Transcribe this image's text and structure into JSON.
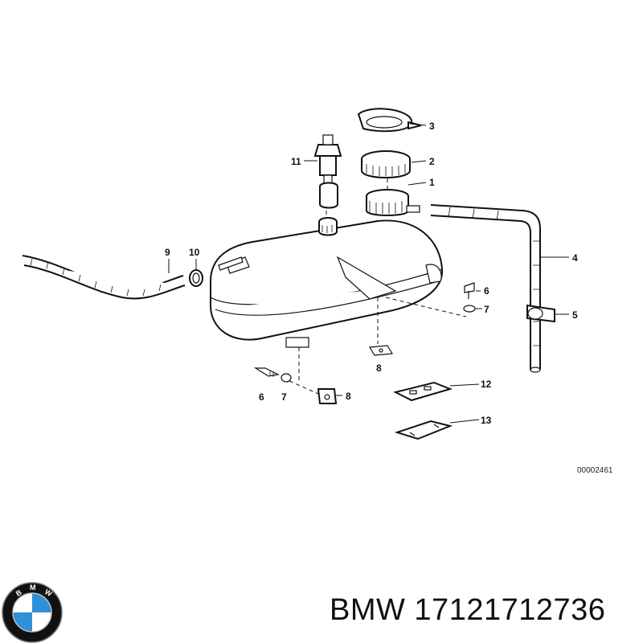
{
  "diagram": {
    "callouts": [
      {
        "id": "c1",
        "text": "1"
      },
      {
        "id": "c2",
        "text": "2"
      },
      {
        "id": "c3",
        "text": "3"
      },
      {
        "id": "c4",
        "text": "4"
      },
      {
        "id": "c5",
        "text": "5"
      },
      {
        "id": "c6a",
        "text": "6"
      },
      {
        "id": "c7a",
        "text": "7"
      },
      {
        "id": "c8a",
        "text": "8"
      },
      {
        "id": "c9",
        "text": "9"
      },
      {
        "id": "c10",
        "text": "10"
      },
      {
        "id": "c11",
        "text": "11"
      },
      {
        "id": "c12",
        "text": "12"
      },
      {
        "id": "c13",
        "text": "13"
      },
      {
        "id": "c6b",
        "text": "6"
      },
      {
        "id": "c7b",
        "text": "7"
      },
      {
        "id": "c8b",
        "text": "8"
      }
    ],
    "reference_code": "00002461"
  },
  "brand": {
    "logo_letters": "BMW",
    "caption": "BMW 17121712736",
    "colors": {
      "logo_blue": "#2f8fd8",
      "logo_ring": "#111111",
      "line": "#111111"
    }
  }
}
